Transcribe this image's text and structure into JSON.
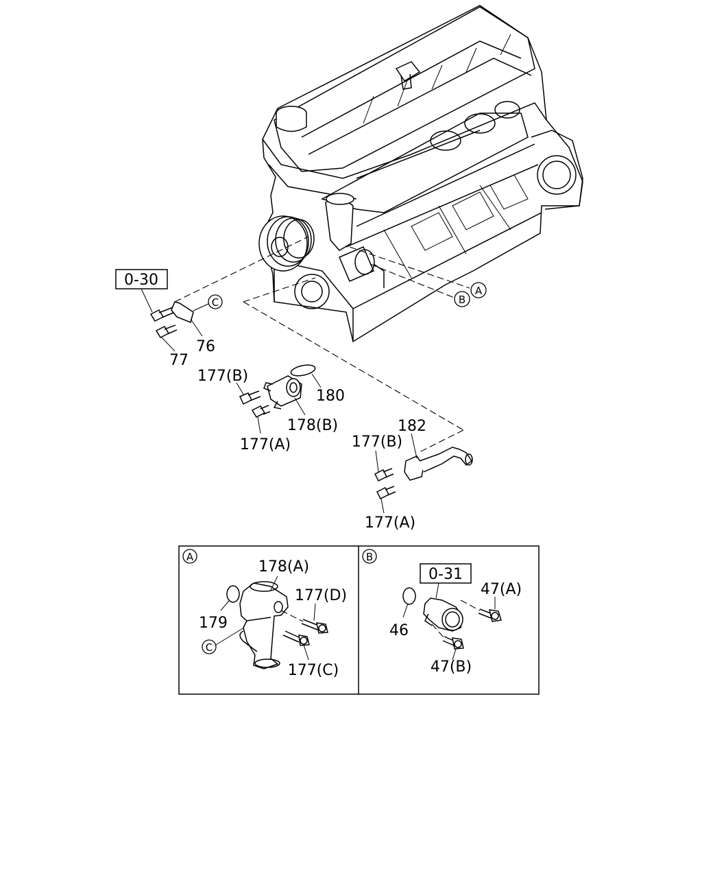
{
  "labels": {
    "ref_030": "0-30",
    "ref_031": "0-31",
    "p76": "76",
    "p77": "77",
    "p177b_1": "177(B)",
    "p180": "180",
    "p178b": "178(B)",
    "p177a_1": "177(A)",
    "p182": "182",
    "p177b_2": "177(B)",
    "p177a_2": "177(A)",
    "p178a": "178(A)",
    "p177d": "177(D)",
    "p179": "179",
    "p177c": "177(C)",
    "p47a": "47(A)",
    "p46": "46",
    "p47b": "47(B)"
  },
  "callouts": {
    "a": "A",
    "b": "B",
    "c": "C"
  },
  "colors": {
    "line": "#000000",
    "background": "#ffffff"
  }
}
